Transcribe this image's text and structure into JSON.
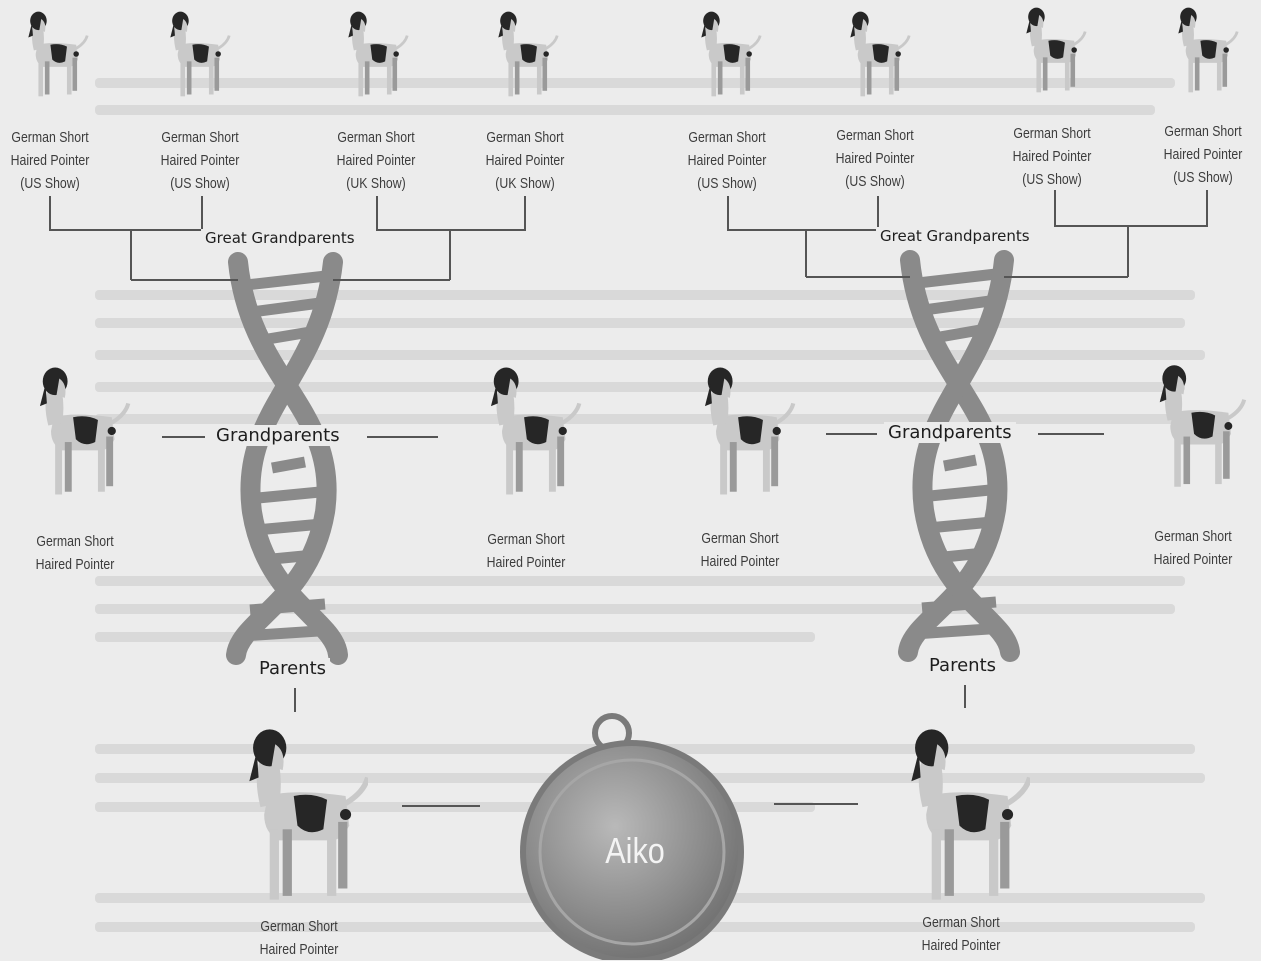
{
  "labels": {
    "great_grandparents_left": "Great Grandparents",
    "great_grandparents_right": "Great Grandparents",
    "grandparents_left": "Grandparents",
    "grandparents_right": "Grandparents",
    "parents_left": "Parents",
    "parents_right": "Parents"
  },
  "great_grandparents": [
    {
      "line1": "German Short",
      "line2": "Haired Pointer",
      "line3": "(US Show)"
    },
    {
      "line1": "German Short",
      "line2": "Haired Pointer",
      "line3": "(US Show)"
    },
    {
      "line1": "German Short",
      "line2": "Haired Pointer",
      "line3": "(UK Show)"
    },
    {
      "line1": "German Short",
      "line2": "Haired Pointer",
      "line3": "(UK Show)"
    },
    {
      "line1": "German Short",
      "line2": "Haired Pointer",
      "line3": "(US Show)"
    },
    {
      "line1": "German Short",
      "line2": "Haired Pointer",
      "line3": "(US Show)"
    },
    {
      "line1": "German Short",
      "line2": "Haired Pointer",
      "line3": "(US Show)"
    },
    {
      "line1": "German Short",
      "line2": "Haired Pointer",
      "line3": "(US Show)"
    }
  ],
  "grandparents": [
    {
      "line1": "German Short",
      "line2": "Haired Pointer"
    },
    {
      "line1": "German Short",
      "line2": "Haired Pointer"
    },
    {
      "line1": "German Short",
      "line2": "Haired Pointer"
    },
    {
      "line1": "German Short",
      "line2": "Haired Pointer"
    }
  ],
  "parents": [
    {
      "line1": "German Short",
      "line2": "Haired Pointer"
    },
    {
      "line1": "German Short",
      "line2": "Haired Pointer"
    }
  ],
  "subject": {
    "name": "Aiko"
  },
  "colors": {
    "background": "#ececec",
    "dna_helix": "#8a8a8a",
    "tag_metal": "#8c8c8c",
    "connector_lines": "#555555",
    "dog_dark": "#262626",
    "dog_light": "#c9c9c9"
  }
}
